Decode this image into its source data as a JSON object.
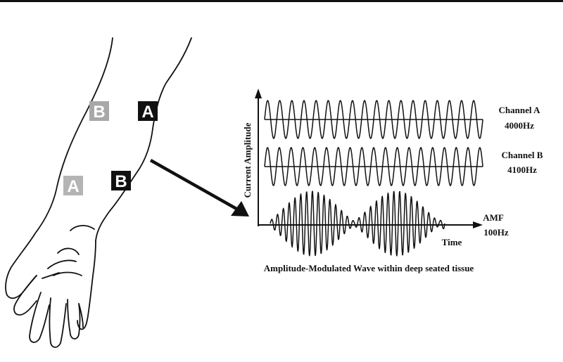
{
  "electrodes": {
    "upper_b": {
      "label": "B",
      "fill": "#a8a8a8"
    },
    "upper_a": {
      "label": "A",
      "fill": "#111111"
    },
    "lower_a": {
      "label": "A",
      "fill": "#b4b4b4"
    },
    "lower_b": {
      "label": "B",
      "fill": "#111111"
    }
  },
  "axis": {
    "y_label": "Current Amplitude",
    "x_label": "Time"
  },
  "channels": {
    "a": {
      "name": "Channel A",
      "freq": "4000Hz",
      "cycles": 18
    },
    "b": {
      "name": "Channel B",
      "freq": "4100Hz",
      "cycles": 18.5
    },
    "amf": {
      "name": "AMF",
      "freq": "100Hz"
    }
  },
  "caption": "Amplitude-Modulated Wave within deep seated tissue",
  "colors": {
    "ink": "#111111",
    "background": "#ffffff"
  }
}
